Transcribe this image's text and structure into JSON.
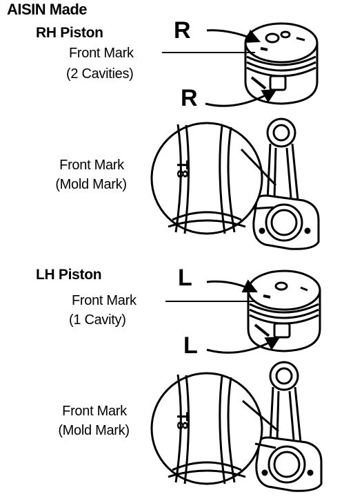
{
  "title": "AISIN Made",
  "rh": {
    "heading": "RH Piston",
    "front_mark_line1": "Front Mark",
    "front_mark_line2": "(2 Cavities)",
    "top_mark": "R",
    "side_mark": "R",
    "rod_label_line1": "Front Mark",
    "rod_label_line2": "(Mold Mark)",
    "rod_mark": "T8"
  },
  "lh": {
    "heading": "LH Piston",
    "front_mark_line1": "Front Mark",
    "front_mark_line2": "(1 Cavity)",
    "top_mark": "L",
    "side_mark": "L",
    "rod_label_line1": "Front Mark",
    "rod_label_line2": "(Mold Mark)",
    "rod_mark": "T8"
  }
}
